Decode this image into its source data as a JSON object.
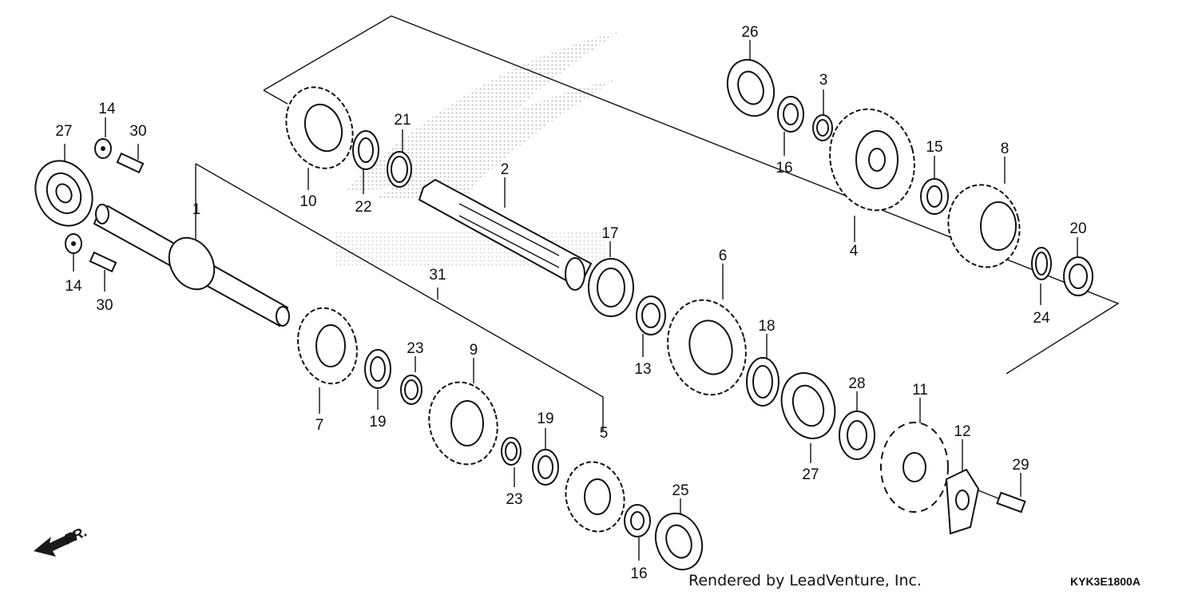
{
  "callouts": {
    "p1": "1",
    "p2": "2",
    "p3": "3",
    "p4": "4",
    "p5": "5",
    "p6": "6",
    "p7": "7",
    "p8": "8",
    "p9": "9",
    "p10": "10",
    "p11": "11",
    "p12": "12",
    "p13": "13",
    "p14a": "14",
    "p14b": "14",
    "p15": "15",
    "p16a": "16",
    "p16b": "16",
    "p17": "17",
    "p18": "18",
    "p19a": "19",
    "p19b": "19",
    "p20": "20",
    "p21": "21",
    "p22": "22",
    "p23a": "23",
    "p23b": "23",
    "p24": "24",
    "p25": "25",
    "p26": "26",
    "p27a": "27",
    "p27b": "27",
    "p28": "28",
    "p29": "29",
    "p30a": "30",
    "p30b": "30",
    "p31": "31"
  },
  "footer": {
    "credit": "Rendered by LeadVenture, Inc.",
    "diagram_code": "KYK3E1800A"
  },
  "direction_label": "FR.",
  "colors": {
    "ink": "#111111",
    "background": "#ffffff",
    "watermark": "#bdbdbd"
  }
}
